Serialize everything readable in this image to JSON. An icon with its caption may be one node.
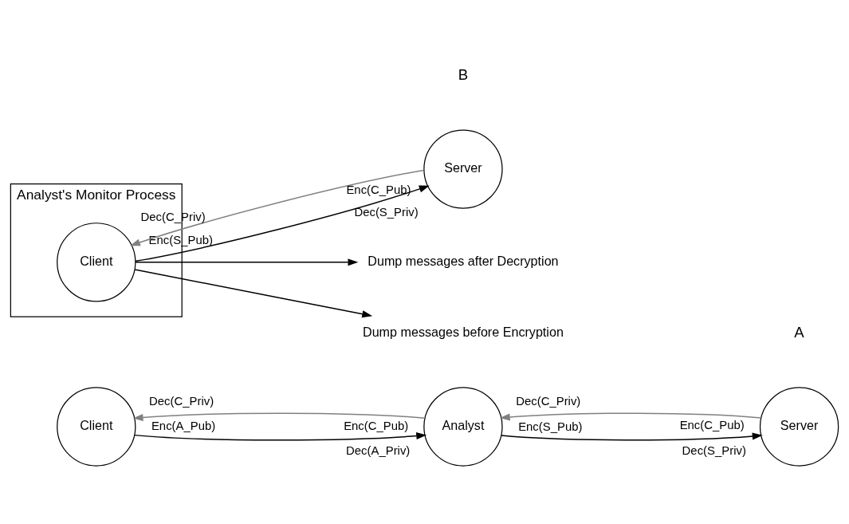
{
  "diagram": {
    "nodes": [
      {
        "text": [
          "Client"
        ]
      },
      {
        "text": [
          "Analyst"
        ]
      },
      {
        "text": [
          "Server"
        ]
      },
      {
        "text": [
          "Analyst's Monitor Process"
        ]
      },
      {
        "text": [
          "Client"
        ],
        "in": 3
      },
      {
        "text": [
          "Server"
        ]
      },
      {
        "text": [
          "Dump messages after Decryption"
        ]
      },
      {
        "text": [
          "Dump messages before Encryption"
        ]
      }
    ],
    "edges": [
      {
        "from": 1,
        "to": 0,
        "arrow": "to",
        "color": "#808080"
      },
      {
        "from": 0,
        "to": 1,
        "arrow": "to"
      },
      {
        "from": 2,
        "to": 1,
        "arrow": "to",
        "color": "#808080"
      },
      {
        "from": 1,
        "to": 2,
        "arrow": "to"
      },
      {
        "from": 5,
        "to": 4,
        "arrow": "to",
        "color": "#808080"
      },
      {
        "from": 4,
        "to": 5,
        "arrow": "to"
      },
      {
        "from": 4,
        "to": 6,
        "arrow": "to"
      },
      {
        "from": 4,
        "to": 7,
        "arrow": "to"
      }
    ],
    "labels": [
      "A",
      "Dec(C_Priv)",
      "Enc(C_Pub)",
      "Dec(C_Priv)",
      "Enc(C_Pub)",
      "Enc(A_Pub)",
      "Dec(A_Priv)",
      "Enc(S_Pub)",
      "Dec(S_Priv)",
      "B",
      "Dec(C_Priv)",
      "Enc(C_Pub)",
      "Enc(S_Pub)",
      "Dec(S_Priv)"
    ]
  }
}
